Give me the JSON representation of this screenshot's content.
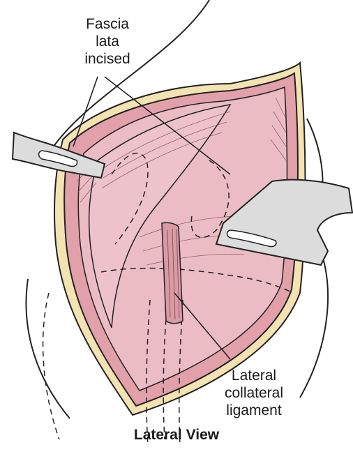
{
  "labels": {
    "fascia": [
      "Fascia",
      "lata",
      "incised"
    ],
    "lcl": [
      "Lateral",
      "collateral",
      "ligament"
    ]
  },
  "caption": "Lateral View",
  "colors": {
    "fat": "#f4e3b2",
    "tissue": "#e7b3bd",
    "tissue_dark": "#c9848f",
    "tissue_light": "#f0cdd2",
    "retractor": "#d9d9d9",
    "line": "#222222"
  }
}
